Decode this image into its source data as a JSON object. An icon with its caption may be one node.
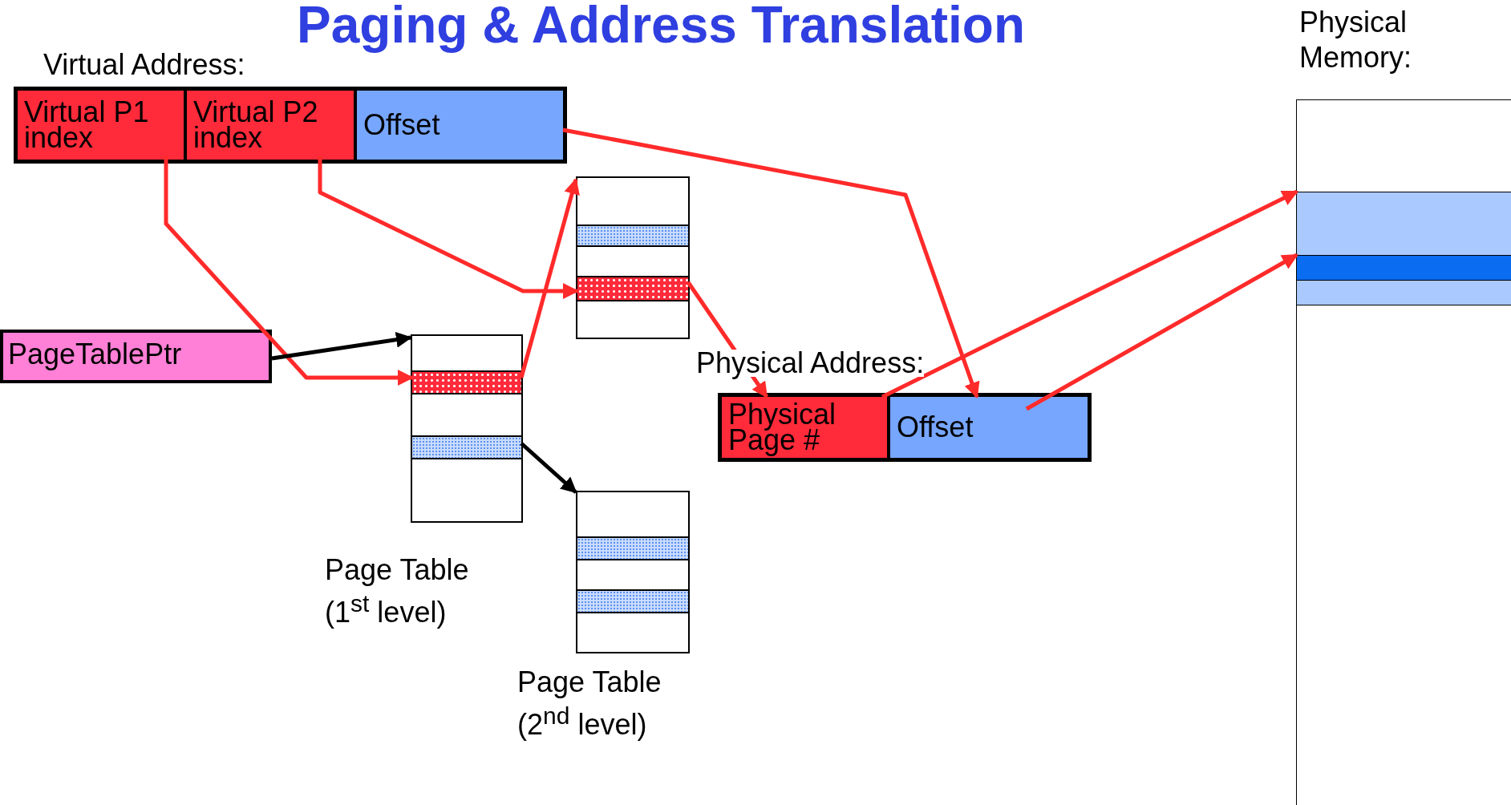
{
  "diagram": {
    "title": "Paging & Address Translation",
    "nodes": [
      {
        "text": [
          "Virtual Address:"
        ]
      },
      {
        "text": [
          "Virtual P1 index"
        ],
        "in": 0
      },
      {
        "text": [
          "Virtual P2 index"
        ],
        "in": 0
      },
      {
        "text": [
          "Offset"
        ],
        "in": 0
      },
      {
        "text": [
          "PageTablePtr"
        ]
      },
      {
        "text": [],
        "shape": "box",
        "beside": [
          "Page Table (1$^{st}$ level)"
        ]
      },
      {
        "text": [],
        "shape": "bar",
        "in": 5
      },
      {
        "text": [],
        "shape": "bar",
        "in": 5
      },
      {
        "text": [],
        "shape": "box"
      },
      {
        "text": [],
        "shape": "bar",
        "in": 8
      },
      {
        "text": [],
        "shape": "bar",
        "in": 8
      },
      {
        "text": [],
        "shape": "box",
        "beside": [
          "Page Table (2$^{nd}$ level)"
        ]
      },
      {
        "text": [],
        "shape": "bar",
        "in": 11
      },
      {
        "text": [],
        "shape": "bar",
        "in": 11
      },
      {
        "text": [
          "Physical Address:"
        ]
      },
      {
        "text": [
          "Physical Page #"
        ],
        "in": 14
      },
      {
        "text": [
          "Offset"
        ],
        "in": 14
      },
      {
        "text": [
          "Physical Memory:"
        ]
      },
      {
        "text": [],
        "shape": "bar",
        "in": 17
      },
      {
        "text": [],
        "shape": "bar",
        "in": 18
      }
    ],
    "edges": [
      {
        "from": 1,
        "to": 6,
        "arrow": "to"
      },
      {
        "from": 4,
        "to": 5,
        "arrow": "to",
        "color": "#000000"
      },
      {
        "from": 6,
        "to": 8,
        "arrow": "to"
      },
      {
        "from": 2,
        "to": 10,
        "arrow": "to"
      },
      {
        "from": 7,
        "to": 11,
        "arrow": "to",
        "color": "#000000"
      },
      {
        "from": 10,
        "to": 15,
        "arrow": "to"
      },
      {
        "from": 3,
        "to": 16,
        "arrow": "to"
      },
      {
        "from": 15,
        "to": 18,
        "arrow": "to"
      },
      {
        "from": 16,
        "to": 19,
        "arrow": "to"
      }
    ]
  }
}
